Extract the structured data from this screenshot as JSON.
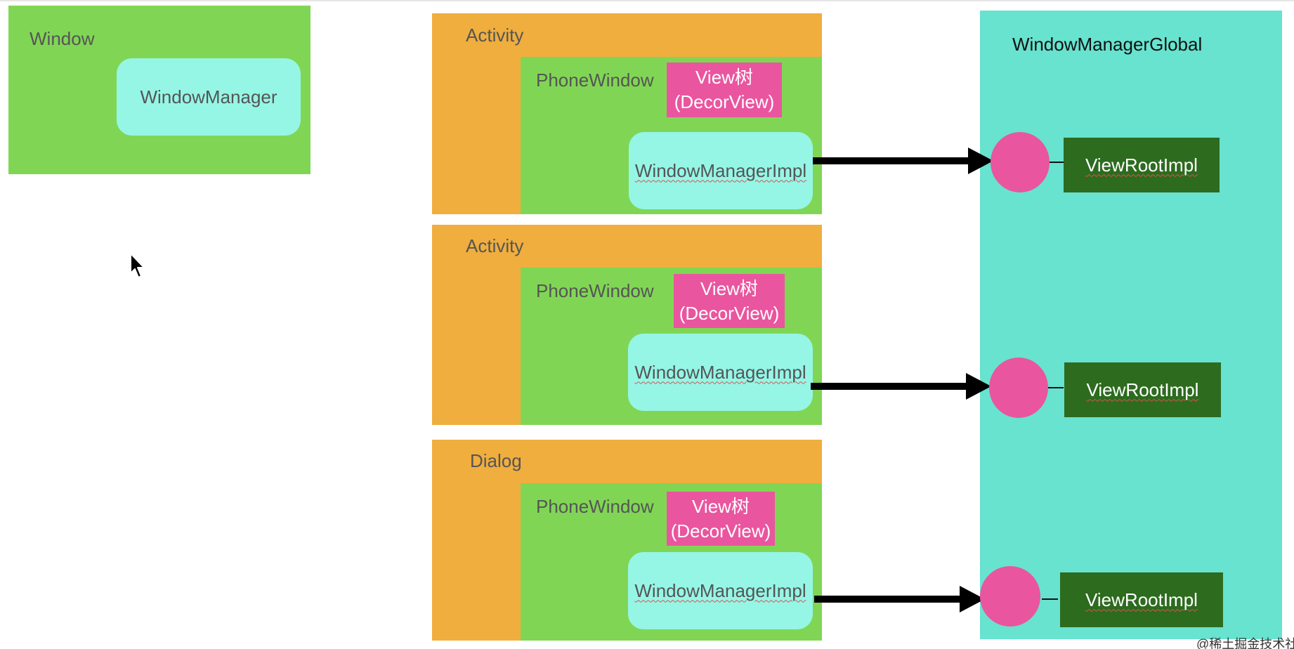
{
  "left_window": {
    "title": "Window",
    "manager": "WindowManager"
  },
  "containers": [
    {
      "title": "Activity",
      "phone_window": "PhoneWindow",
      "view_tree": [
        "View树",
        "(DecorView)"
      ],
      "manager_impl": "WindowManagerImpl"
    },
    {
      "title": "Activity",
      "phone_window": "PhoneWindow",
      "view_tree": [
        "View树",
        "(DecorView)"
      ],
      "manager_impl": "WindowManagerImpl"
    },
    {
      "title": "Dialog",
      "phone_window": "PhoneWindow",
      "view_tree": [
        "View树",
        "(DecorView)"
      ],
      "manager_impl": "WindowManagerImpl"
    }
  ],
  "global": {
    "title": "WindowManagerGlobal",
    "roots": [
      "ViewRootImpl",
      "ViewRootImpl",
      "ViewRootImpl"
    ]
  },
  "watermark": "@稀土掘金技术社区",
  "colors": {
    "green": "#80d654",
    "orange": "#f0ae3e",
    "teal": "#67e3cf",
    "mint": "#95f6e6",
    "pink": "#ea559f",
    "dark_green": "#2d6b1f"
  }
}
